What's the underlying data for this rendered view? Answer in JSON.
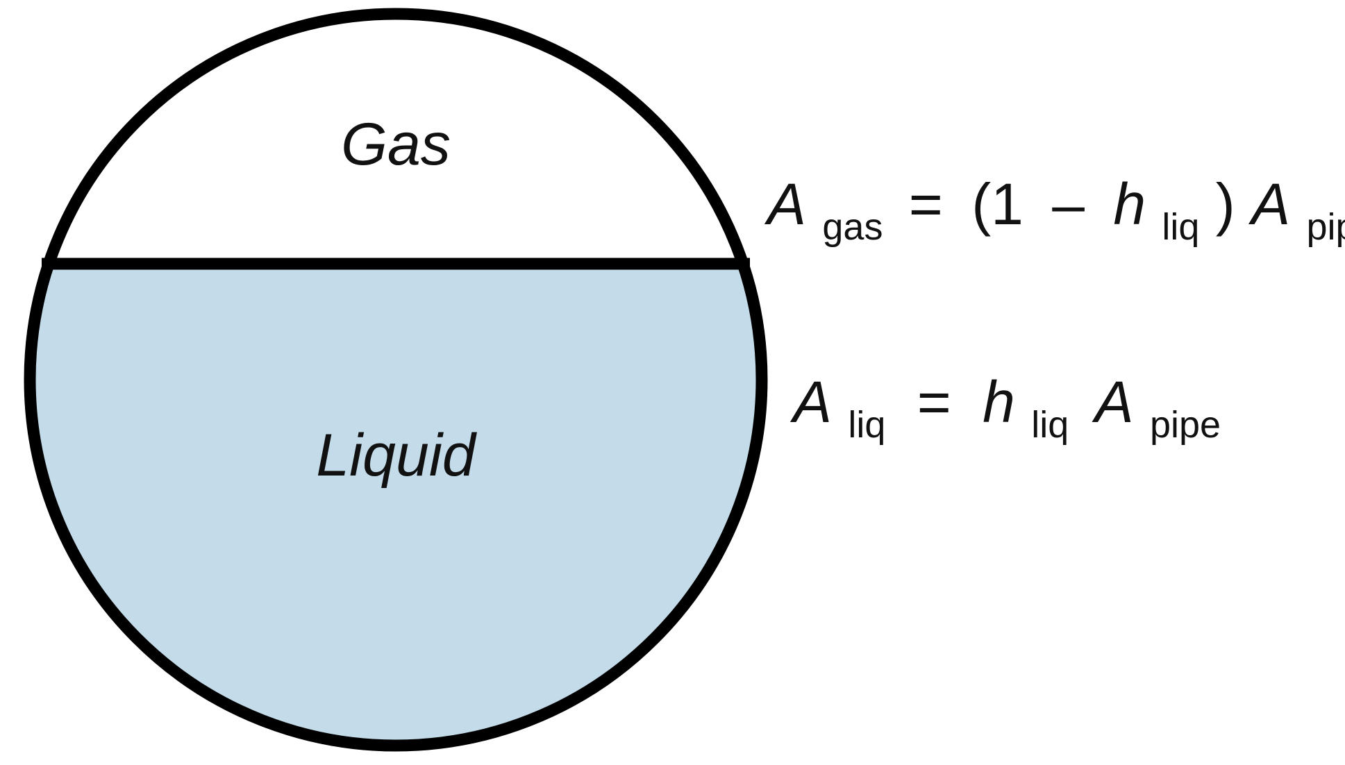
{
  "diagram": {
    "gas_label": "Gas",
    "liquid_label": "Liquid",
    "equation_gas": {
      "lhs_symbol": "A",
      "lhs_sub": "gas",
      "equals": "=",
      "open_paren": "(1",
      "minus": "–",
      "h_symbol": "h",
      "h_sub": "liq",
      "close_paren": ")",
      "rhs_symbol": "A",
      "rhs_sub": "pipe"
    },
    "equation_liquid": {
      "lhs_symbol": "A",
      "lhs_sub": "liq",
      "equals": "=",
      "h_symbol": "h",
      "h_sub": "liq",
      "rhs_symbol": "A",
      "rhs_sub": "pipe"
    },
    "colors": {
      "liquid_fill": "#c4dbe9",
      "gas_fill": "#ffffff",
      "outline": "#000000"
    }
  }
}
